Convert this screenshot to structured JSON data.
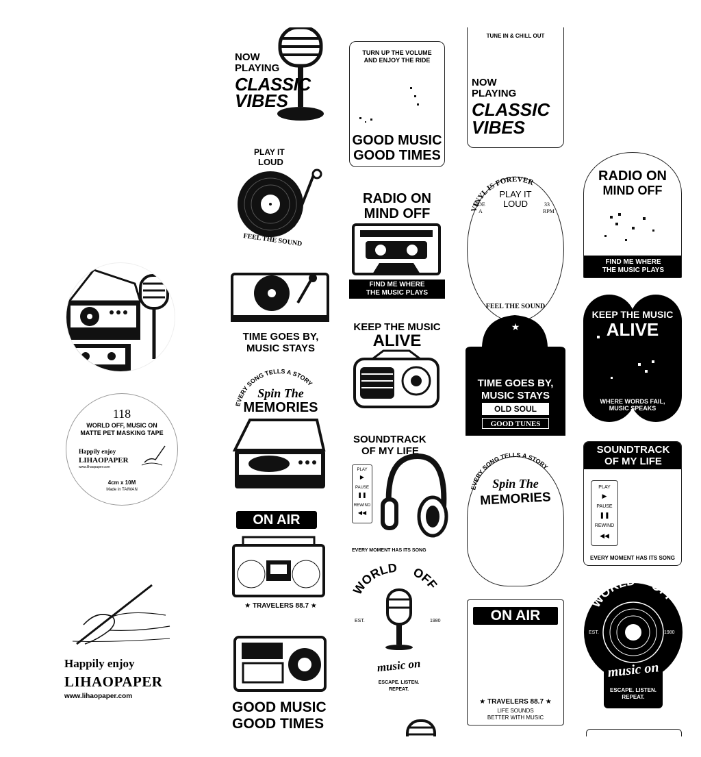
{
  "colors": {
    "ink": "#000000",
    "paper": "#ffffff"
  },
  "left": {
    "label": {
      "number": "118",
      "line1": "WORLD OFF, MUSIC ON",
      "line2": "MATTE PET MASKING TAPE",
      "enjoy": "Happily enjoy",
      "brand": "LIHAOPAPER",
      "url": "www.lihaopaper.com",
      "size": "4cm x 10M",
      "made": "Made in TAIWAN"
    },
    "footer": {
      "enjoy": "Happily enjoy",
      "brand": "LIHAOPAPER",
      "url": "www.lihaopaper.com"
    }
  },
  "col1": {
    "now_playing": {
      "now": "NOW",
      "playing": "PLAYING",
      "classic": "CLASSIC",
      "vibes": "VIBES"
    },
    "vinyl": {
      "play_it": "PLAY IT",
      "loud": "LOUD",
      "feel": "FEEL THE SOUND"
    },
    "turntable": {
      "line1": "TIME GOES BY,",
      "line2": "MUSIC STAYS"
    },
    "memories": {
      "arc": "EVERY SONG TELLS A STORY",
      "spin": "Spin The",
      "memories": "MEMORIES"
    },
    "on_air": {
      "title": "ON AIR",
      "caption": "★  TRAVELERS   88.7  ★"
    },
    "good_music": {
      "line1": "GOOD MUSIC",
      "line2": "GOOD TIMES"
    }
  },
  "col2": {
    "turn_up": {
      "line1": "TURN UP THE VOLUME",
      "line2": "AND ENJOY THE RIDE",
      "big1": "GOOD MUSIC",
      "big2": "GOOD TIMES"
    },
    "radio_on": {
      "line1": "RADIO ON",
      "line2": "MIND OFF",
      "bar1": "FIND ME WHERE",
      "bar2": "THE MUSIC PLAYS"
    },
    "keep_music": {
      "line1": "KEEP THE MUSIC",
      "line2": "ALIVE"
    },
    "soundtrack": {
      "line1": "SOUNDTRACK",
      "line2": "OF MY LIFE",
      "play": "PLAY",
      "pause": "PAUSE",
      "rewind": "REWIND",
      "caption": "EVERY MOMENT HAS ITS SONG"
    },
    "world_off": {
      "arc1": "WORLD",
      "arc2": "OFF",
      "est": "EST.",
      "year": "1980",
      "script": "music on",
      "line1": "ESCAPE. LISTEN.",
      "line2": "REPEAT."
    }
  },
  "col3": {
    "tune_in": {
      "top": "TUNE IN & CHILL OUT",
      "now": "NOW",
      "playing": "PLAYING",
      "classic": "CLASSIC",
      "vibes": "VIBES"
    },
    "vinyl_forever": {
      "arc": "VINYL IS FOREVER",
      "play_it": "PLAY IT",
      "loud": "LOUD",
      "side": "SIDE",
      "a": "A",
      "rpm_num": "33",
      "rpm": "RPM",
      "feel": "FEEL THE SOUND"
    },
    "time_goes": {
      "line1": "TIME GOES BY,",
      "line2": "MUSIC STAYS",
      "bar1": "OLD SOUL",
      "bar2": "GOOD TUNES"
    },
    "memories": {
      "arc": "EVERY SONG TELLS A STORY",
      "spin": "Spin The",
      "memories": "MEMORIES"
    },
    "on_air": {
      "title": "ON AIR",
      "caption": "★  TRAVELERS   88.7  ★",
      "line1": "LIFE SOUNDS",
      "line2": "BETTER WITH MUSIC"
    }
  },
  "col4": {
    "radio_on": {
      "line1": "RADIO ON",
      "line2": "MIND OFF",
      "bar1": "FIND ME WHERE",
      "bar2": "THE MUSIC PLAYS"
    },
    "keep_music": {
      "line1": "KEEP THE MUSIC",
      "line2": "ALIVE",
      "sub1": "WHERE WORDS FAIL,",
      "sub2": "MUSIC SPEAKS"
    },
    "soundtrack": {
      "line1": "SOUNDTRACK",
      "line2": "OF MY LIFE",
      "play": "PLAY",
      "pause": "PAUSE",
      "rewind": "REWIND",
      "caption": "EVERY MOMENT HAS ITS SONG"
    },
    "world_off": {
      "arc1": "WORLD",
      "arc2": "OFF",
      "est": "EST.",
      "year": "1980",
      "script": "music on",
      "line1": "ESCAPE. LISTEN.",
      "line2": "REPEAT."
    }
  }
}
